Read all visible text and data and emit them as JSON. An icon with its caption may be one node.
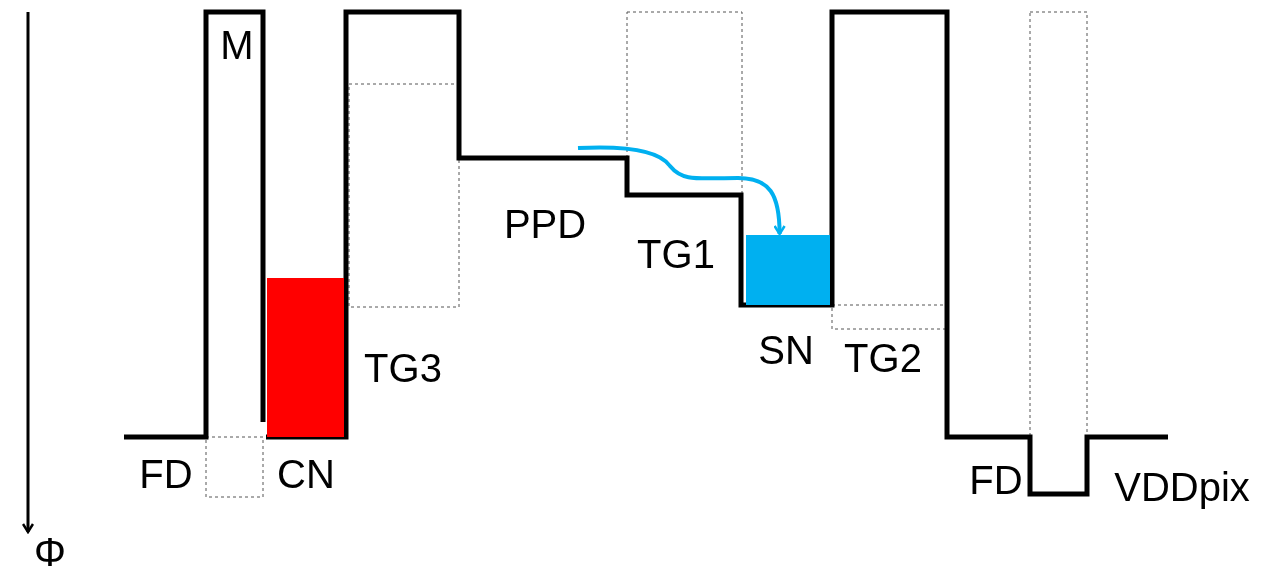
{
  "diagram": {
    "nodes": [
      {
        "text": [],
        "shape": "box"
      },
      {
        "text": [],
        "shape": "box"
      }
    ],
    "edges": [
      {
        "from": null,
        "to": 1,
        "arrow": "to",
        "color": "#00b0f0"
      }
    ],
    "labels": [
      "M",
      "PPD",
      "TG1",
      "TG3",
      "SN",
      "TG2",
      "FD",
      "CN",
      "FD",
      "VDDpix",
      "Φ"
    ]
  }
}
